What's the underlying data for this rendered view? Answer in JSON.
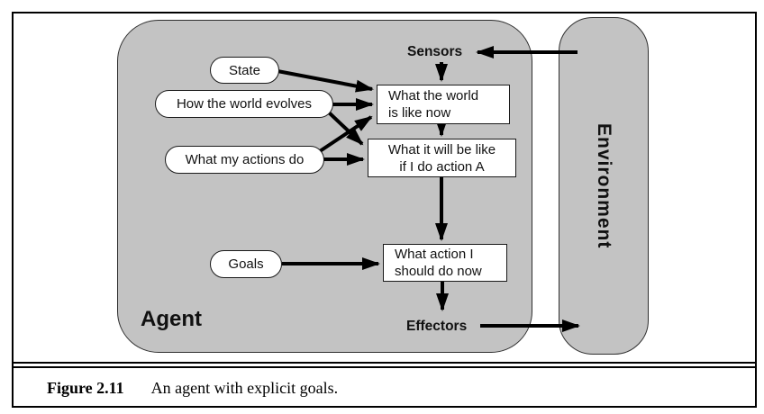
{
  "diagram": {
    "agent_label": "Agent",
    "environment_label": "Environment",
    "sensors_label": "Sensors",
    "effectors_label": "Effectors",
    "ovals": [
      {
        "id": "state",
        "label": "State"
      },
      {
        "id": "how-world-evolves",
        "label": "How the world evolves"
      },
      {
        "id": "what-actions-do",
        "label": "What my actions do"
      },
      {
        "id": "goals",
        "label": "Goals"
      }
    ],
    "boxes": [
      {
        "id": "world-now",
        "lines": [
          "What the world",
          "is like now"
        ]
      },
      {
        "id": "world-if-action",
        "lines": [
          "What it will be like",
          "if I do action A"
        ]
      },
      {
        "id": "action-now",
        "lines": [
          "What action I",
          "should do now"
        ]
      }
    ]
  },
  "caption": {
    "figure_label": "Figure 2.11",
    "text": "An agent with explicit goals."
  },
  "colors": {
    "agent_fill": "#c3c3c3",
    "node_fill": "#ffffff",
    "stroke": "#1a1a1a"
  }
}
